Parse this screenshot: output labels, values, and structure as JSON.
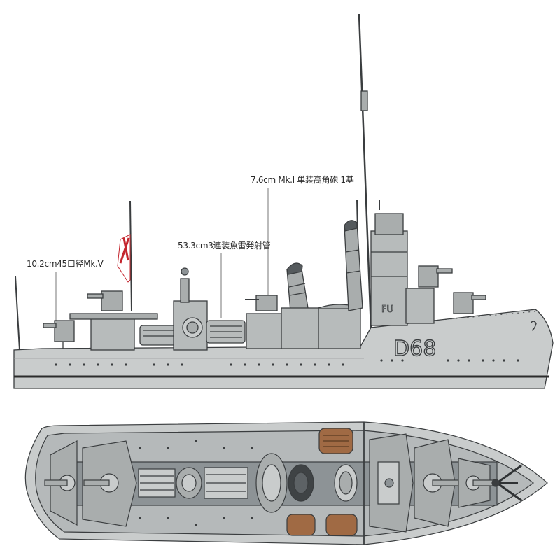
{
  "callouts": {
    "gun_main": "10.2cm45口径Mk.V",
    "torpedo": "53.3cm3連装魚雷発射管",
    "aa_gun": "7.6cm Mk.I 単装高角砲 1基"
  },
  "hull_number": "D68",
  "bridge_mark": "FU",
  "colors": {
    "hull_light": "#c9cccc",
    "hull_mid": "#a9adad",
    "deck_dark": "#8d9396",
    "deck_plan": "#b5b9ba",
    "outline": "#3a3d3f",
    "boat_wood": "#a06a44",
    "flag_red": "#c4262e"
  }
}
